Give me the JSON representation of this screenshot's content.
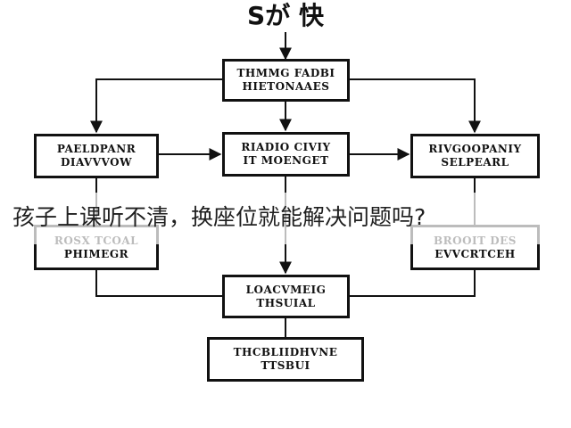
{
  "diagram": {
    "title": "Sが 快",
    "nodes": {
      "top": "THMMG FADBI\nHIETONAAES",
      "left": "PAELDPANR\nDIAVVVOW",
      "center": "RIADIO CIVIY\nIT MOENGET",
      "right": "RIVGOOPANIY\nSELPEARL",
      "lower_left": "ROSX TCOAL\nPHIMEGR",
      "lower_right": "BROOIT DES\nEVVCRTCEH",
      "lower_center": "LOACVMEIG\nTHSUIAL",
      "bottom": "THCBLIIDHVNE\nTTSBUI"
    }
  },
  "caption": "孩子上课听不清，换座位就能解决问题吗?"
}
